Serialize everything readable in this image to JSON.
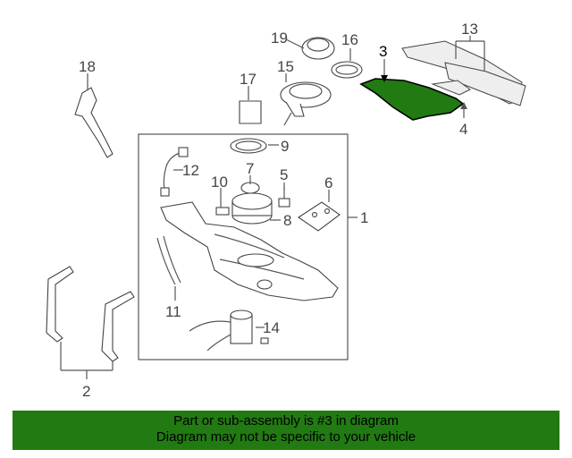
{
  "diagram": {
    "callouts": {
      "c1": "1",
      "c2": "2",
      "c3": "3",
      "c4": "4",
      "c5": "5",
      "c6": "6",
      "c7": "7",
      "c8": "8",
      "c9": "9",
      "c10": "10",
      "c11": "11",
      "c12": "12",
      "c13": "13",
      "c14": "14",
      "c15": "15",
      "c16": "16",
      "c17": "17",
      "c18": "18",
      "c19": "19"
    },
    "highlight_color": "#217a12"
  },
  "footer": {
    "line1": "Part or sub-assembly is #3 in diagram",
    "line2": "Diagram may not be specific to your vehicle",
    "background": "#217a12"
  }
}
